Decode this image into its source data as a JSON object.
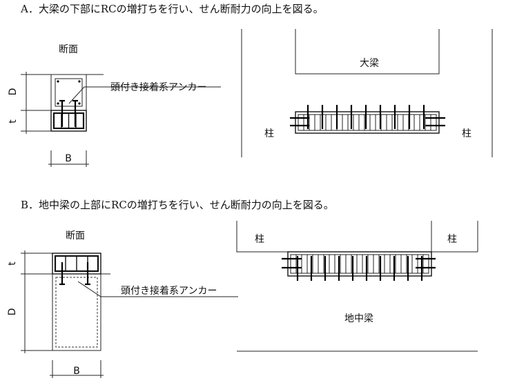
{
  "section_a": {
    "heading": "A．大梁の下部にRCの増打ちを行い、せん断耐力の向上を図る。",
    "section_label": "断面",
    "anchor_label": "頭付き接着系アンカー",
    "dim_d": "D",
    "dim_t": "t",
    "dim_b": "B",
    "beam_label": "大梁",
    "column_left": "柱",
    "column_right": "柱"
  },
  "section_b": {
    "heading": "B．地中梁の上部にRCの増打ちを行い、せん断耐力の向上を図る。",
    "section_label": "断面",
    "anchor_label": "頭付き接着系アンカー",
    "dim_d": "D",
    "dim_t": "t",
    "dim_b": "B",
    "beam_label": "地中梁",
    "column_left": "柱",
    "column_right": "柱"
  }
}
